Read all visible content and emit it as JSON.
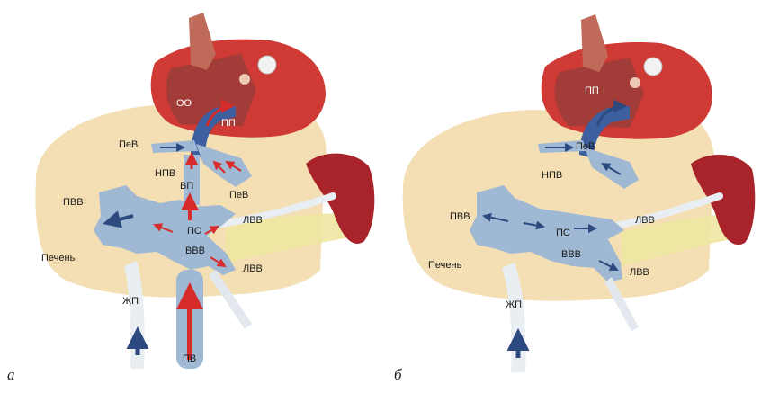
{
  "panel_a": {
    "letter": "а",
    "labels": {
      "oo": "ОО",
      "pp": "ПП",
      "pev": "ПеВ",
      "npv": "НПВ",
      "vp": "ВП",
      "pev2": "ПеВ",
      "pvv": "ПВВ",
      "ps": "ПС",
      "lvv": "ЛВВ",
      "vvv": "ВВВ",
      "lvv2": "ЛВВ",
      "liver": "Печень",
      "zhp": "ЖП",
      "pv": "ПВ"
    }
  },
  "panel_b": {
    "letter": "б",
    "labels": {
      "pp": "ПП",
      "pev": "ПеВ",
      "npv": "НПВ",
      "pvv": "ПВВ",
      "lvv": "ЛВВ",
      "ps": "ПС",
      "vvv": "ВВВ",
      "lvv2": "ЛВВ",
      "liver": "Печень",
      "zhp": "ЖП"
    }
  },
  "colors": {
    "liver": "#f3dfb3",
    "heart": "#cf3a35",
    "spleen": "#a9242a",
    "vein": "#9fb8d4",
    "vein_dark": "#2f4f86",
    "arrow_red": "#d62b2b",
    "arrow_blue": "#2c4a80",
    "pancreas": "#efe7a2"
  }
}
